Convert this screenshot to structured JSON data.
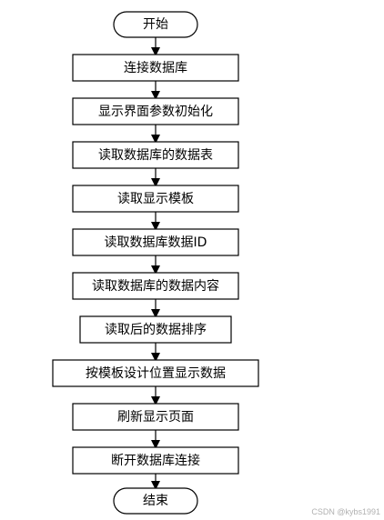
{
  "flow": {
    "start": "开始",
    "steps": [
      "连接数据库",
      "显示界面参数初始化",
      "读取数据库的数据表",
      "读取显示模板",
      "读取数据库数据ID",
      "读取数据库的数据内容",
      "读取后的数据排序",
      "按模板设计位置显示数据",
      "刷新显示页面",
      "断开数据库连接"
    ],
    "end": "结束"
  },
  "watermark": "CSDN @kybs1991"
}
